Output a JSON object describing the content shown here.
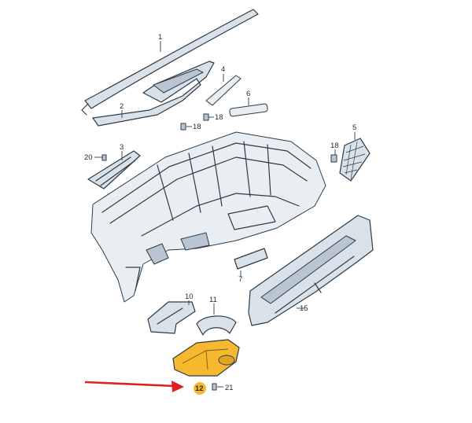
{
  "colors": {
    "part_fill": "#d9e1e9",
    "outline": "#2e3a47",
    "highlight": "#f5b82e",
    "arrow": "#e02020"
  },
  "callouts": [
    {
      "id": "1",
      "label": "1"
    },
    {
      "id": "2",
      "label": "2"
    },
    {
      "id": "3",
      "label": "3"
    },
    {
      "id": "4",
      "label": "4"
    },
    {
      "id": "5",
      "label": "5"
    },
    {
      "id": "6",
      "label": "6"
    },
    {
      "id": "7",
      "label": "7"
    },
    {
      "id": "10",
      "label": "10"
    },
    {
      "id": "11",
      "label": "11"
    },
    {
      "id": "12",
      "label": "12",
      "highlighted": true
    },
    {
      "id": "15",
      "label": "15"
    },
    {
      "id": "18a",
      "label": "18"
    },
    {
      "id": "18b",
      "label": "18"
    },
    {
      "id": "18c",
      "label": "18"
    },
    {
      "id": "20",
      "label": "20"
    },
    {
      "id": "21",
      "label": "21"
    }
  ]
}
